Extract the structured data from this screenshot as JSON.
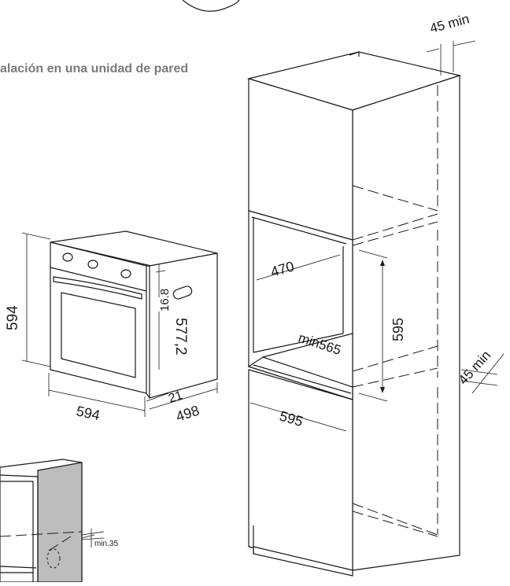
{
  "heading": "alación en una unidad de pared",
  "dimensions": {
    "cabinet_clearance_top": "45 min",
    "cabinet_clearance_side": "45 min",
    "niche_depth": "470",
    "niche_height": "595",
    "niche_min_depth": "min565",
    "niche_width": "595",
    "oven_height": "594",
    "oven_width": "594",
    "oven_depth": "498",
    "front_panel_thickness": "21",
    "front_offset": "16.8",
    "oven_body_depth": "577,2",
    "detail_clearance": "min.35"
  },
  "colors": {
    "line": "#1a1a1a",
    "heading": "#7a7a7a",
    "panel_shade": "#bdbdbd"
  }
}
